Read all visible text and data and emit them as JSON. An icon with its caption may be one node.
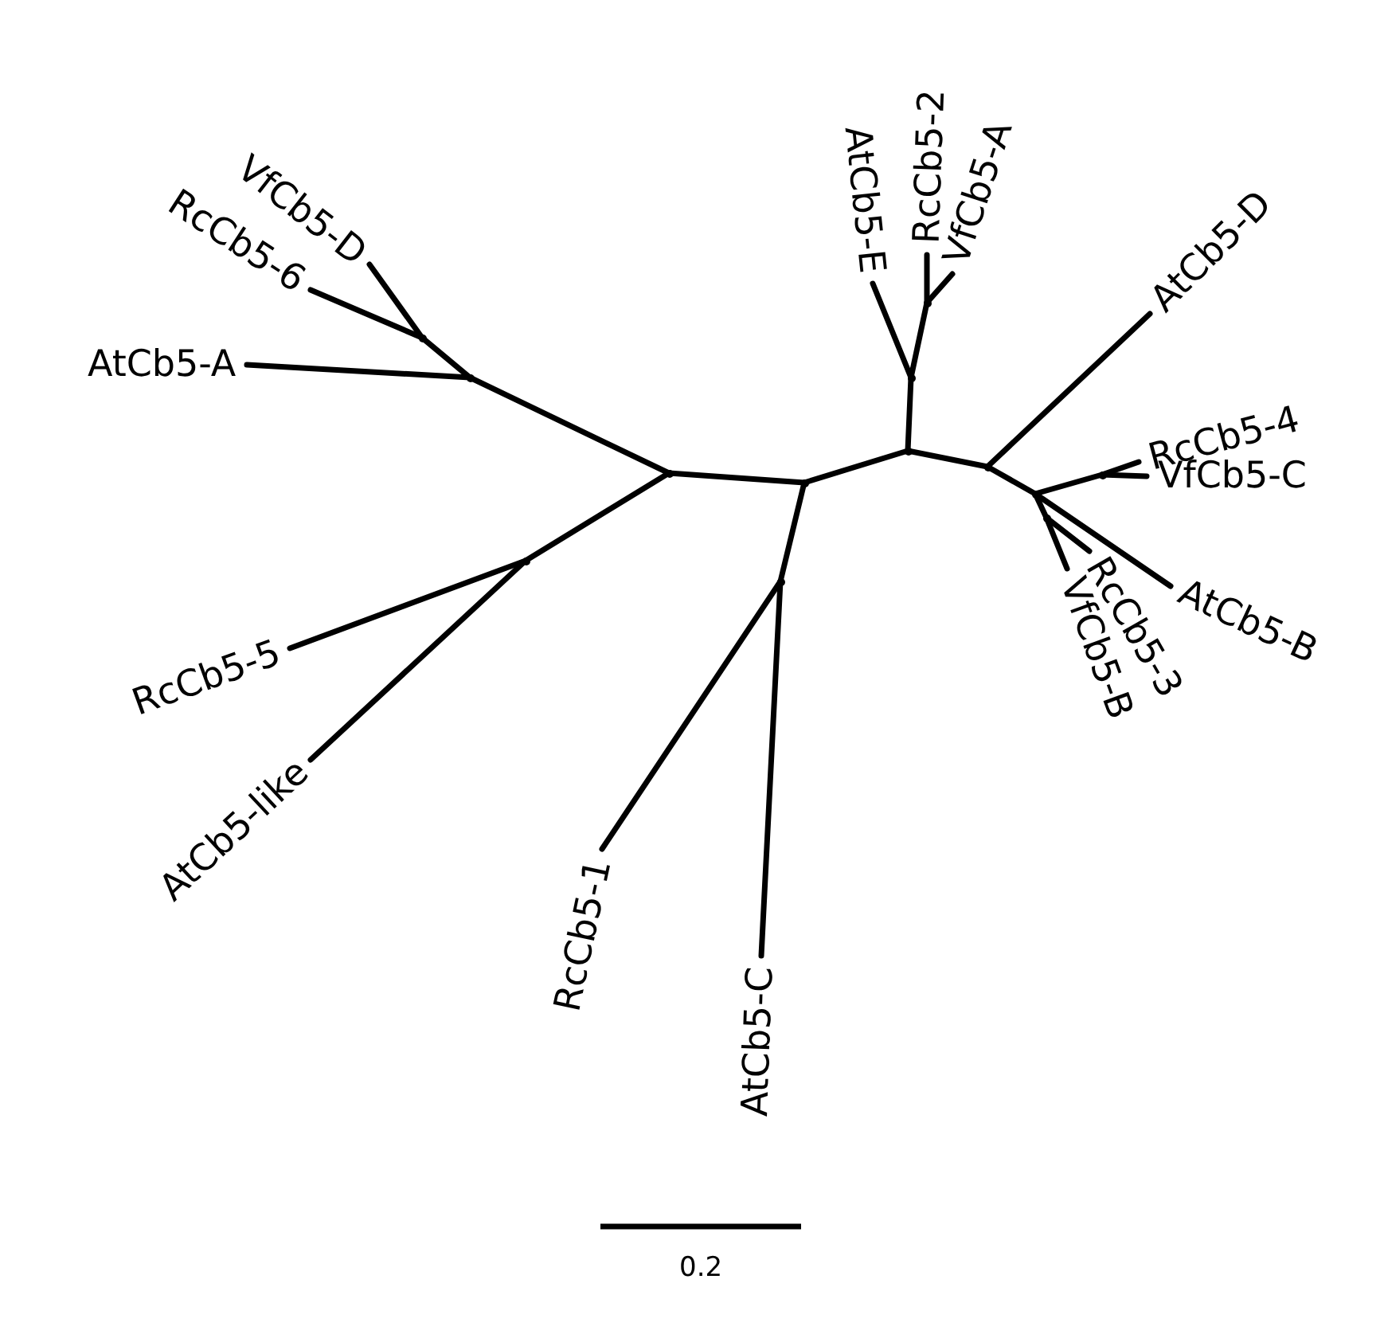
{
  "diagram": {
    "nodes": [
      {
        "text": [
          "VfCb5-D"
        ]
      },
      {
        "text": [
          "RcCb5-6"
        ]
      },
      {
        "text": [
          "AtCb5-A"
        ]
      },
      {
        "text": [
          "AtCb5-E"
        ]
      },
      {
        "text": [
          "RcCb5-2"
        ]
      },
      {
        "text": [
          "VfCb5-A"
        ]
      },
      {
        "text": [
          "AtCb5-D"
        ]
      },
      {
        "text": [
          "RcCb5-4"
        ]
      },
      {
        "text": [
          "VfCb5-C"
        ]
      },
      {
        "text": [
          "AtCb5-B"
        ]
      },
      {
        "text": [
          "RcCb5-3"
        ]
      },
      {
        "text": [
          "VfCb5-B"
        ]
      },
      {
        "text": [
          "RcCb5-5"
        ]
      },
      {
        "text": [
          "AtCb5-like"
        ]
      },
      {
        "text": [
          "RcCb5-1"
        ]
      },
      {
        "text": [
          "AtCb5-C"
        ]
      },
      {
        "text": [],
        "shape": "point"
      },
      {
        "text": [],
        "shape": "point"
      },
      {
        "text": [],
        "shape": "point"
      },
      {
        "text": [],
        "shape": "point"
      },
      {
        "text": [],
        "shape": "point"
      },
      {
        "text": [],
        "shape": "point"
      },
      {
        "text": [],
        "shape": "point"
      },
      {
        "text": [],
        "shape": "point"
      },
      {
        "text": [],
        "shape": "point"
      },
      {
        "text": [],
        "shape": "point"
      },
      {
        "text": [],
        "shape": "point"
      },
      {
        "text": [],
        "shape": "point"
      },
      {
        "text": [],
        "shape": "point"
      }
    ],
    "edges": [
      {
        "from": 18,
        "to": 17,
        "arrow": "none"
      },
      {
        "from": 17,
        "to": 16,
        "arrow": "none"
      },
      {
        "from": 16,
        "to": 0,
        "arrow": "none"
      },
      {
        "from": 16,
        "to": 1,
        "arrow": "none"
      },
      {
        "from": 17,
        "to": 2,
        "arrow": "none"
      },
      {
        "from": 18,
        "to": 19,
        "arrow": "none"
      },
      {
        "from": 19,
        "to": 12,
        "arrow": "none"
      },
      {
        "from": 19,
        "to": 13,
        "arrow": "none"
      },
      {
        "from": 18,
        "to": 20,
        "arrow": "none"
      },
      {
        "from": 20,
        "to": 21,
        "arrow": "none"
      },
      {
        "from": 21,
        "to": 14,
        "arrow": "none"
      },
      {
        "from": 21,
        "to": 15,
        "arrow": "none"
      },
      {
        "from": 20,
        "to": 22,
        "arrow": "none"
      },
      {
        "from": 22,
        "to": 23,
        "arrow": "none"
      },
      {
        "from": 23,
        "to": 3,
        "arrow": "none"
      },
      {
        "from": 23,
        "to": 24,
        "arrow": "none"
      },
      {
        "from": 24,
        "to": 4,
        "arrow": "none"
      },
      {
        "from": 24,
        "to": 5,
        "arrow": "none"
      },
      {
        "from": 22,
        "to": 25,
        "arrow": "none"
      },
      {
        "from": 25,
        "to": 6,
        "arrow": "none"
      },
      {
        "from": 25,
        "to": 26,
        "arrow": "none"
      },
      {
        "from": 26,
        "to": 27,
        "arrow": "none"
      },
      {
        "from": 27,
        "to": 7,
        "arrow": "none"
      },
      {
        "from": 27,
        "to": 8,
        "arrow": "none"
      },
      {
        "from": 26,
        "to": 9,
        "arrow": "none"
      },
      {
        "from": 26,
        "to": 28,
        "arrow": "none"
      },
      {
        "from": 28,
        "to": 10,
        "arrow": "none"
      },
      {
        "from": 28,
        "to": 11,
        "arrow": "none"
      }
    ],
    "labels": [
      "0.2"
    ]
  }
}
